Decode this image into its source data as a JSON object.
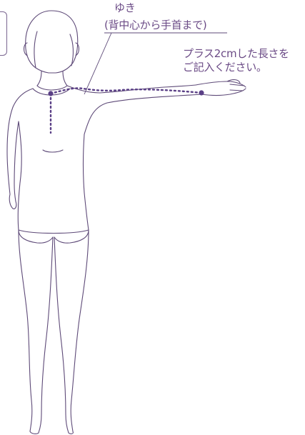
{
  "annotations": {
    "yuki_title": "ゆき",
    "yuki_description": "(背中心から手首まで)",
    "note_line1": "プラス2cmした長さを",
    "note_line2": "ご記入ください。"
  },
  "colors": {
    "outline": "#5e4a78",
    "measure": "#5a3f86",
    "text": "#6b4b86"
  }
}
